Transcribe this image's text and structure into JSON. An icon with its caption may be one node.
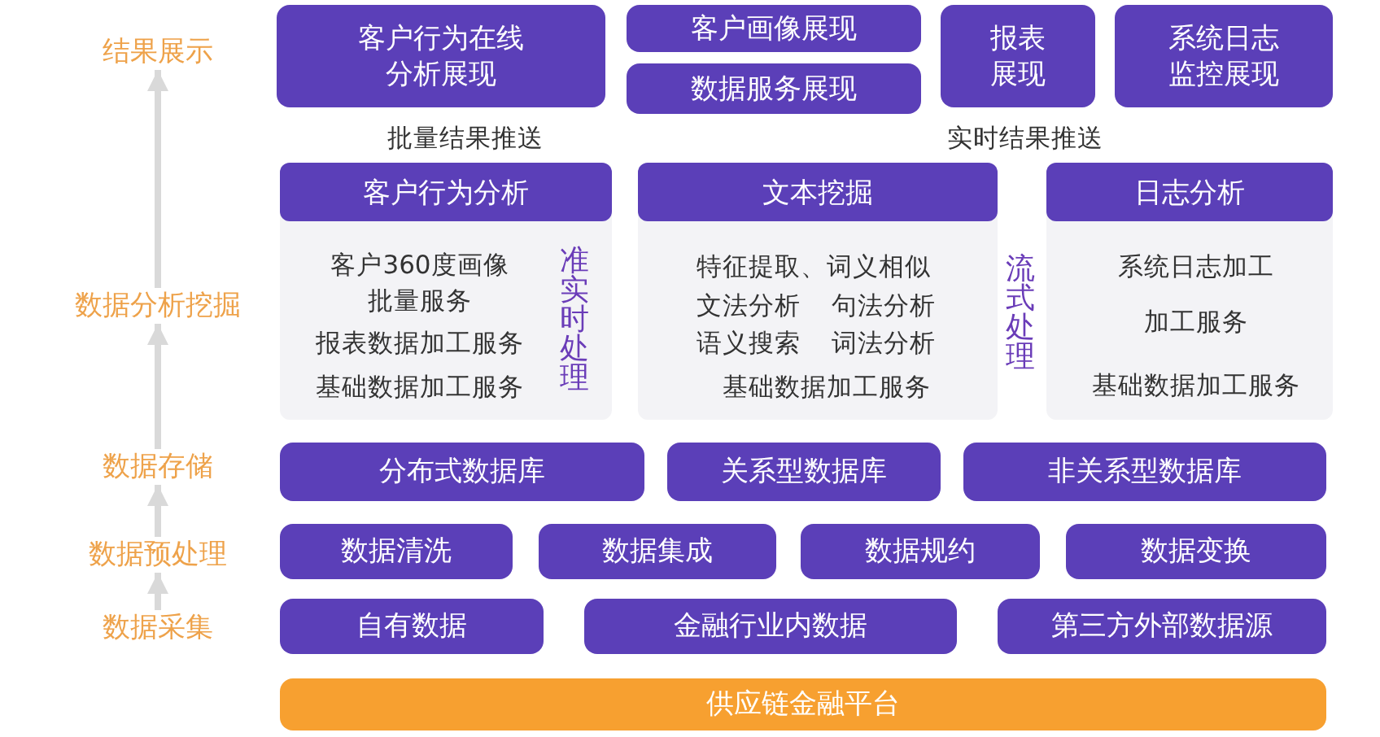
{
  "diagram": {
    "nodes": [
      {
        "text": [
          "结果展示"
        ]
      },
      {
        "text": [
          "客户行为在线分析展现"
        ]
      },
      {
        "text": [
          "客户画像展现"
        ]
      },
      {
        "text": [
          "数据服务展现"
        ]
      },
      {
        "text": [
          "报表展现"
        ]
      },
      {
        "text": [
          "系统日志监控展现"
        ]
      },
      {
        "text": [
          "数据分析挖掘"
        ]
      },
      {
        "text": [
          "客户行为分析",
          "客户360度画像批量服务",
          "报表数据加工服务",
          "基础数据加工服务",
          "准实时处理"
        ]
      },
      {
        "text": [
          "文本挖掘",
          "特征提取、词义相似",
          "文法分析",
          "句法分析",
          "语义搜索",
          "词法分析",
          "基础数据加工服务"
        ]
      },
      {
        "text": [
          "日志分析",
          "系统日志加工",
          "加工服务",
          "基础数据加工服务"
        ]
      },
      {
        "text": [
          "数据存储"
        ]
      },
      {
        "text": [
          "分布式数据库"
        ]
      },
      {
        "text": [
          "关系型数据库"
        ]
      },
      {
        "text": [
          "非关系型数据库"
        ]
      },
      {
        "text": [
          "数据预处理"
        ]
      },
      {
        "text": [
          "数据清洗"
        ]
      },
      {
        "text": [
          "数据集成"
        ]
      },
      {
        "text": [
          "数据规约"
        ]
      },
      {
        "text": [
          "数据变换"
        ]
      },
      {
        "text": [
          "数据采集"
        ]
      },
      {
        "text": [
          "自有数据"
        ]
      },
      {
        "text": [
          "金融行业内数据"
        ]
      },
      {
        "text": [
          "第三方外部数据源"
        ]
      },
      {
        "text": [
          "供应链金融平台"
        ]
      }
    ],
    "edges": [
      {
        "from": 19,
        "to": 14,
        "arrow": "to"
      },
      {
        "from": 14,
        "to": 10,
        "arrow": "to"
      },
      {
        "from": 10,
        "to": 6,
        "arrow": "to"
      },
      {
        "from": 6,
        "to": 0,
        "arrow": "to"
      }
    ],
    "labels": [
      "批量结果推送",
      "实时结果推送",
      "流式处理"
    ]
  }
}
